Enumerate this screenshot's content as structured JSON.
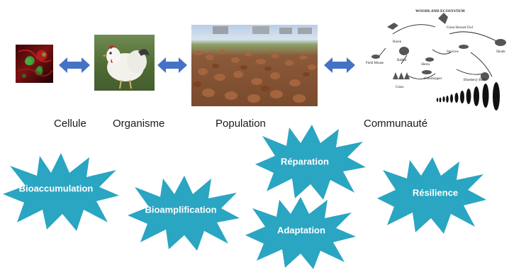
{
  "levels": {
    "cell": "Cellule",
    "organism": "Organisme",
    "population": "Population",
    "community": "Communauté"
  },
  "ecosystem_figure": {
    "title": "WOODLAND ECOSYSTEM",
    "labels": {
      "hawk": "Hawk",
      "owl": "Great Horned Owl",
      "skunk": "Skunk",
      "sparrow": "Sparrow",
      "rabbit": "Rabbit",
      "shrew": "Shrew",
      "field_mouse": "Field Mouse",
      "grasshopper": "Grasshopper",
      "grass": "Grass",
      "blueberry": "Blueberry Bush"
    }
  },
  "processes": {
    "bioaccumulation": "Bioaccumulation",
    "bioamplification": "Bioamplification",
    "reparation": "Réparation",
    "adaptation": "Adaptation",
    "resilience": "Résilience"
  },
  "colors": {
    "arrow": "#4472c4",
    "star_fill": "#2aa5c2",
    "star_text": "#ffffff"
  },
  "icons": {
    "arrows": "double-headed-arrow",
    "stars": "starburst-shape"
  }
}
